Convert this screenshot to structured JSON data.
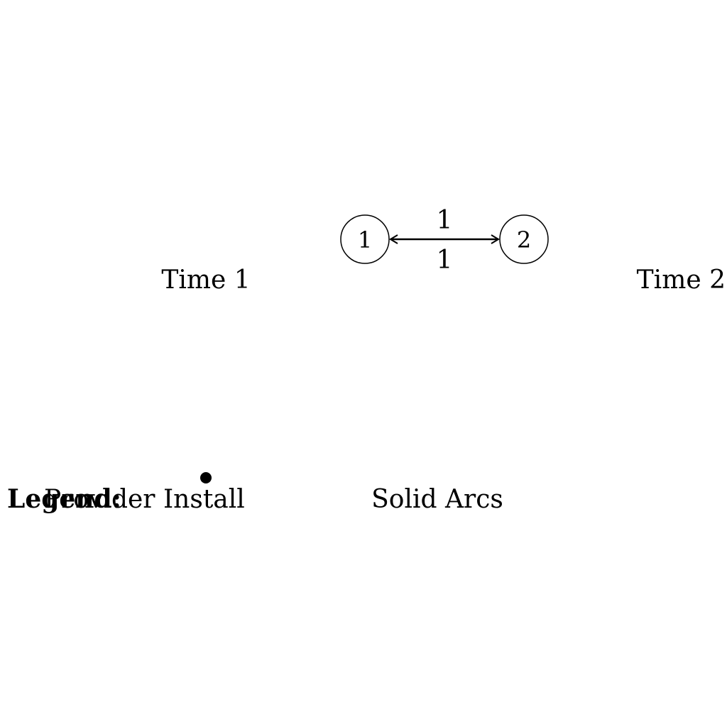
{
  "diagram": {
    "nodes": [
      {
        "id": "node-1",
        "label": "1"
      },
      {
        "id": "node-2",
        "label": "2"
      }
    ],
    "arc": {
      "from": "1",
      "to": "2",
      "bidirectional": true,
      "label_top": "1",
      "label_bottom": "1"
    },
    "time_labels": {
      "left": "Time 1",
      "right": "Time 2"
    },
    "legend": {
      "title": "Legend:",
      "provider_install": "Provider Install",
      "solid_arcs": "Solid Arcs"
    }
  },
  "colors": {
    "stroke": "#000000",
    "background": "#ffffff"
  }
}
